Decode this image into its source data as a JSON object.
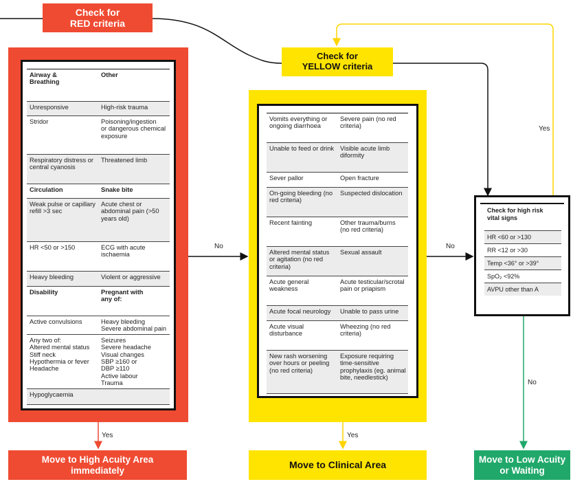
{
  "red_header": "Check for\nRED criteria",
  "yellow_header": "Check for\nYELLOW criteria",
  "red_table": [
    {
      "l": "Airway &\nBreathing",
      "r": "Other",
      "bold": true,
      "shade": false,
      "h": 46
    },
    {
      "l": "Unresponsive",
      "r": "High-risk trauma",
      "bold": false,
      "shade": true,
      "h": 20
    },
    {
      "l": "Stridor",
      "r": "Poisoning/ingestion\nor dangerous chemical\nexposure",
      "bold": false,
      "shade": false,
      "h": 55
    },
    {
      "l": "Respiratory distress or\ncentral cyanosis",
      "r": "Threatened limb",
      "bold": false,
      "shade": true,
      "h": 42
    },
    {
      "l": "Circulation",
      "r": "Snake bite",
      "bold": true,
      "shade": false,
      "h": 20
    },
    {
      "l": "Weak pulse or capillary\nrefill >3 sec",
      "r": "Acute chest or\nabdominal pain (>50\nyears old)",
      "bold": false,
      "shade": true,
      "h": 62
    },
    {
      "l": "HR <50 or >150",
      "r": "ECG with acute\nischaemia",
      "bold": false,
      "shade": false,
      "h": 42
    },
    {
      "l": "Heavy bleeding",
      "r": "Violent or aggressive",
      "bold": false,
      "shade": true,
      "h": 21
    },
    {
      "l": "Disability",
      "r": "Pregnant with\nany of:",
      "bold": true,
      "shade": false,
      "h": 42
    },
    {
      "l": "Active convulsions",
      "r": "Heavy bleeding\nSevere abdominal pain",
      "bold": false,
      "shade": false,
      "h": 20
    },
    {
      "l": "Any two of:\nAltered mental status\nStiff neck\nHypothermia or fever\nHeadache",
      "r": "Seizures\nSevere headache\nVisual changes\nSBP ≥160 or\nDBP ≥110\nActive labour\nTrauma",
      "bold": false,
      "shade": false,
      "h": 58
    },
    {
      "l": "Hypoglycaemia",
      "r": "",
      "bold": false,
      "shade": true,
      "h": 22
    }
  ],
  "yellow_table": [
    {
      "l": "Vomits everything or\nongoing diarrhoea",
      "r": "Severe pain (no red\ncriteria)",
      "shade": false,
      "h": 42
    },
    {
      "l": "Unable to feed or drink",
      "r": "Visible acute limb\ndiformity",
      "shade": true,
      "h": 42
    },
    {
      "l": "Sever pallor",
      "r": "Open fracture",
      "shade": false,
      "h": 21
    },
    {
      "l": "On-going bleeding (no\nred criteria)",
      "r": "Suspected dislocation",
      "shade": true,
      "h": 42
    },
    {
      "l": "Recent fainting",
      "r": "Other trauma/burns\n(no red criteria)",
      "shade": false,
      "h": 42
    },
    {
      "l": "Altered mental status\nor agitation (no red\ncriteria)",
      "r": "Sexual assault",
      "shade": true,
      "h": 42
    },
    {
      "l": "Acute general\nweakness",
      "r": "Acute testicular/scrotal\npain or priapism",
      "shade": false,
      "h": 42
    },
    {
      "l": "Acute focal neurology",
      "r": "Unable to pass urine",
      "shade": true,
      "h": 21
    },
    {
      "l": "Acute visual\ndisturbance",
      "r": "Wheezing (no red\ncriteria)",
      "shade": false,
      "h": 42
    },
    {
      "l": "New rash worsening\nover hours or peeling\n(no red criteria)",
      "r": "Exposure requiring\ntime-sensitive\nprophylaxis (eg. animal\nbite, needlestick)",
      "shade": true,
      "h": 62
    }
  ],
  "vitals": {
    "title": "Check for high risk\nvital signs",
    "items": [
      "HR <60 or >130",
      "RR <12 or >30",
      "Temp <36° or >39°",
      "SpO₂ <92%",
      "AVPU other than A"
    ]
  },
  "labels": {
    "no1": "No",
    "no2": "No",
    "no3": "No",
    "yes_red": "Yes",
    "yes_yellow": "Yes",
    "yes_loop": "Yes"
  },
  "outcomes": {
    "red": "Move to High Acuity Area\nimmediately",
    "yellow": "Move to Clinical Area",
    "green": "Move to Low Acuity\nor Waiting"
  },
  "colors": {
    "red": "#ef4b32",
    "yellow": "#ffe400",
    "green": "#20a86a"
  }
}
